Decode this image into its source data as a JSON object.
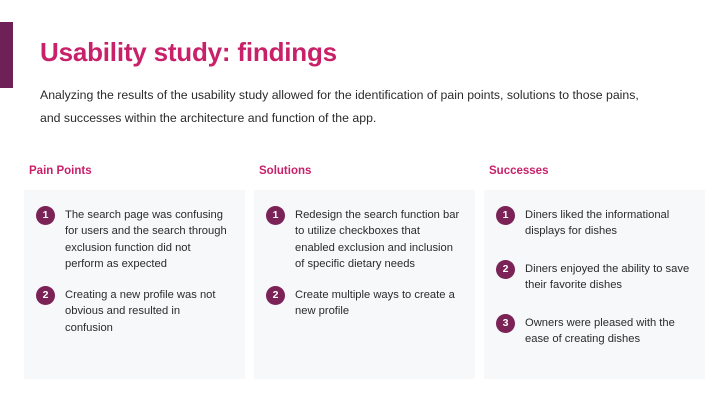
{
  "colors": {
    "accent_bar": "#6E2156",
    "heading": "#C9206A",
    "badge": "#7B2256",
    "card_background": "#F6F8FA",
    "body_text": "#2B2B2B",
    "page_background": "#FFFFFF"
  },
  "header": {
    "title": "Usability study: findings",
    "subtitle": "Analyzing the results of the usability study allowed for the identification of pain points, solutions to those pains, and successes within the architecture and function of the app."
  },
  "columns": [
    {
      "id": "pain-points",
      "header": "Pain Points",
      "items": [
        {
          "number": "1",
          "text": "The search page was confusing for users and the search through exclusion function did not perform as expected"
        },
        {
          "number": "2",
          "text": "Creating a new profile was not obvious and resulted in confusion"
        }
      ]
    },
    {
      "id": "solutions",
      "header": "Solutions",
      "items": [
        {
          "number": "1",
          "text": "Redesign the search function bar to utilize checkboxes that enabled exclusion and inclusion of specific dietary needs"
        },
        {
          "number": "2",
          "text": "Create multiple ways to create a new profile"
        }
      ]
    },
    {
      "id": "successes",
      "header": "Successes",
      "items": [
        {
          "number": "1",
          "text": "Diners liked the informational displays for dishes"
        },
        {
          "number": "2",
          "text": "Diners enjoyed the ability to save their favorite dishes"
        },
        {
          "number": "3",
          "text": "Owners were pleased with the ease of creating dishes"
        }
      ]
    }
  ]
}
